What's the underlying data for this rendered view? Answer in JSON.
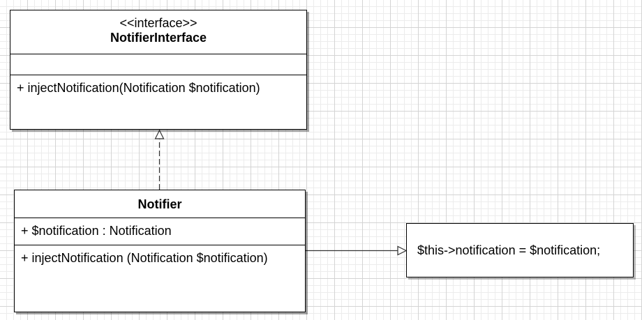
{
  "interface_class": {
    "stereotype": "<<interface>>",
    "name": "NotifierInterface",
    "attributes": [],
    "methods": [
      "+ injectNotification(Notification $notification)"
    ]
  },
  "notifier_class": {
    "name": "Notifier",
    "attributes": [
      "+ $notification : Notification"
    ],
    "methods": [
      "+ injectNotification (Notification $notification)"
    ]
  },
  "note": {
    "text": "$this->notification = $notification;"
  }
}
